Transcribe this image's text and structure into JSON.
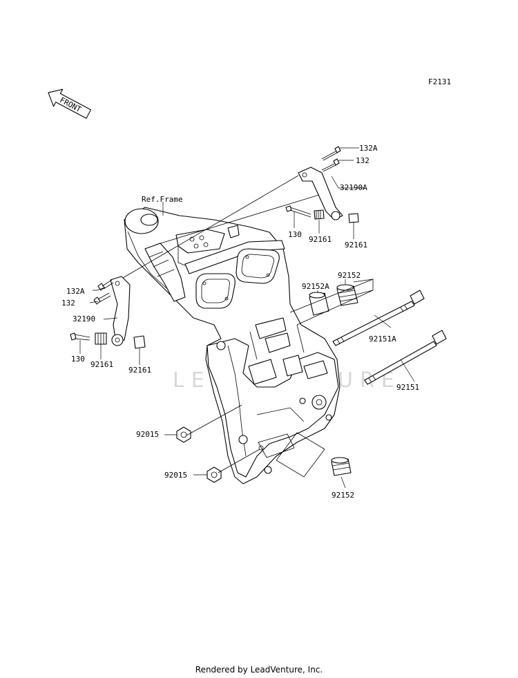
{
  "figure_code": "F2131",
  "front_indicator": "FRONT",
  "reference_label": "Ref.Frame",
  "watermark": "LEADVENTURE",
  "parts": {
    "p132A_top": "132A",
    "p132_top": "132",
    "p32190A": "32190A",
    "p130_top": "130",
    "p92161_top_a": "92161",
    "p92161_top_b": "92161",
    "p92152_top": "92152",
    "p92152A": "92152A",
    "p92151A": "92151A",
    "p92151": "92151",
    "p132A_left": "132A",
    "p132_left": "132",
    "p32190": "32190",
    "p130_left": "130",
    "p92161_left_a": "92161",
    "p92161_left_b": "92161",
    "p92015_a": "92015",
    "p92015_b": "92015",
    "p92152_bottom": "92152"
  },
  "footer": "Rendered by LeadVenture, Inc."
}
